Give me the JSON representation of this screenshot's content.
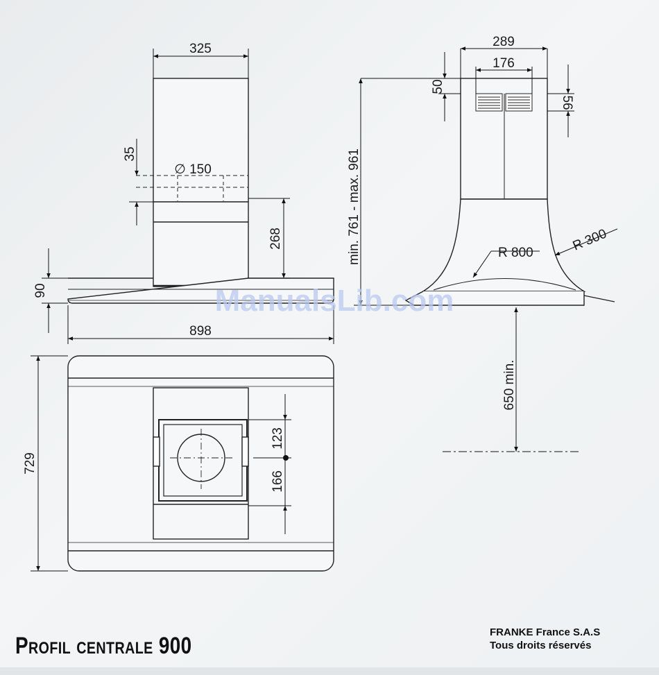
{
  "title": "Profil centrale 900",
  "company": {
    "name": "FRANKE France S.A.S",
    "rights": "Tous droits réservés"
  },
  "watermark": "ManualsLib.com",
  "dimensions": {
    "chimney_width": "325",
    "chimney_offset": "35",
    "duct_diameter": "∅ 150",
    "lower_chimney_height": "268",
    "canopy_thickness": "90",
    "overall_width": "898",
    "overall_depth": "729",
    "outlet_front": "123",
    "outlet_back": "166",
    "side_top_width": "289",
    "vent_width": "176",
    "top_offset": "50",
    "vent_height": "56",
    "height_range": "min. 761 - max. 961",
    "radius_large": "R 800",
    "radius_small": "R 300",
    "min_clearance": "650 min."
  }
}
